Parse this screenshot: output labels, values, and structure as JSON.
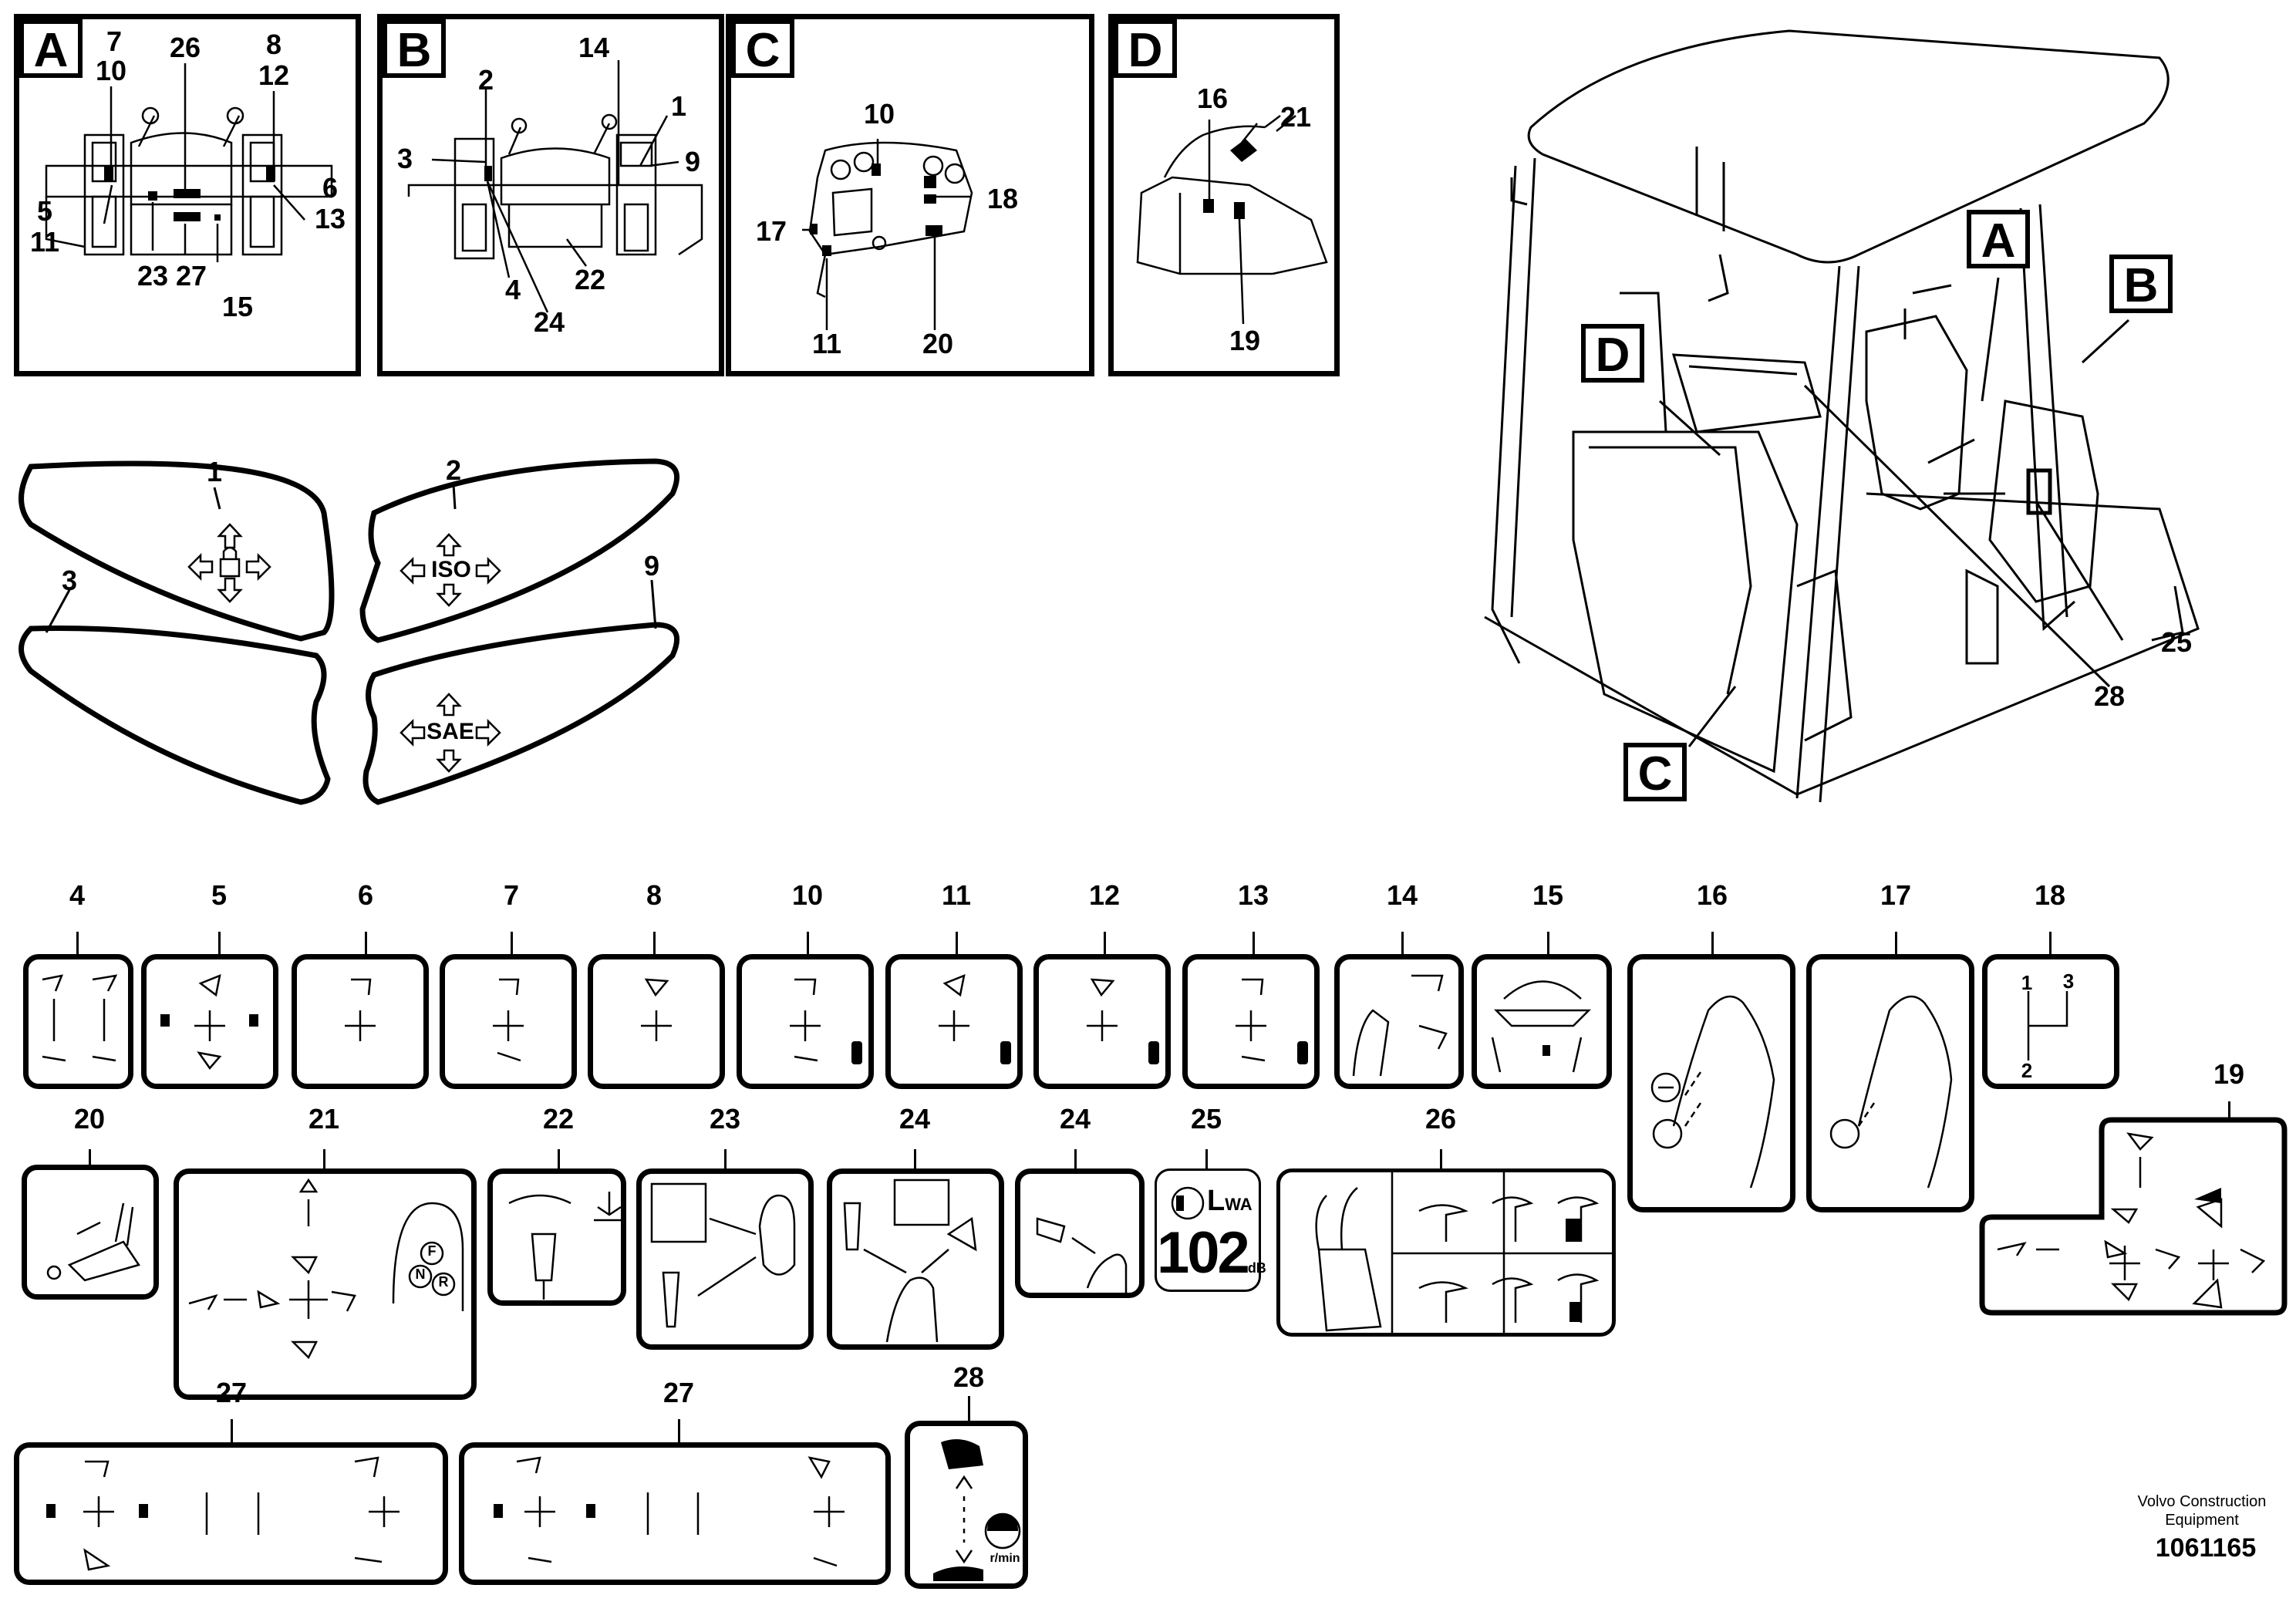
{
  "views": [
    {
      "letter": "A",
      "callouts": [
        "7",
        "10",
        "26",
        "8",
        "12",
        "5",
        "11",
        "23",
        "27",
        "15",
        "6",
        "13"
      ]
    },
    {
      "letter": "B",
      "callouts": [
        "2",
        "14",
        "1",
        "3",
        "9",
        "4",
        "24",
        "22"
      ]
    },
    {
      "letter": "C",
      "callouts": [
        "10",
        "18",
        "17",
        "11",
        "20"
      ]
    },
    {
      "letter": "D",
      "callouts": [
        "16",
        "21",
        "19"
      ]
    }
  ],
  "overview": {
    "letters": [
      "A",
      "B",
      "D",
      "C"
    ],
    "callouts": [
      "25",
      "28"
    ]
  },
  "decals": {
    "lock": {
      "num": "1"
    },
    "iso": {
      "num": "2",
      "text": "ISO"
    },
    "blank": {
      "num": "3"
    },
    "sae": {
      "num": "9",
      "text": "SAE"
    }
  },
  "row1": [
    "4",
    "5",
    "6",
    "7",
    "8",
    "10",
    "11",
    "12",
    "13",
    "14",
    "15",
    "16",
    "17",
    "18"
  ],
  "row2": [
    "20",
    "21",
    "22",
    "23",
    "24",
    "24",
    "25",
    "26",
    "19"
  ],
  "row3": [
    "27",
    "27",
    "28"
  ],
  "label18": {
    "a": "1",
    "b": "3",
    "c": "2"
  },
  "label25": {
    "lwa": "L",
    "sub": "WA",
    "value": "102",
    "unit": "dB"
  },
  "label28": {
    "unit": "r/min"
  },
  "label21": {
    "f": "F",
    "n": "N",
    "r": "R"
  },
  "footer": {
    "company": "Volvo Construction Equipment",
    "part": "1061165"
  }
}
